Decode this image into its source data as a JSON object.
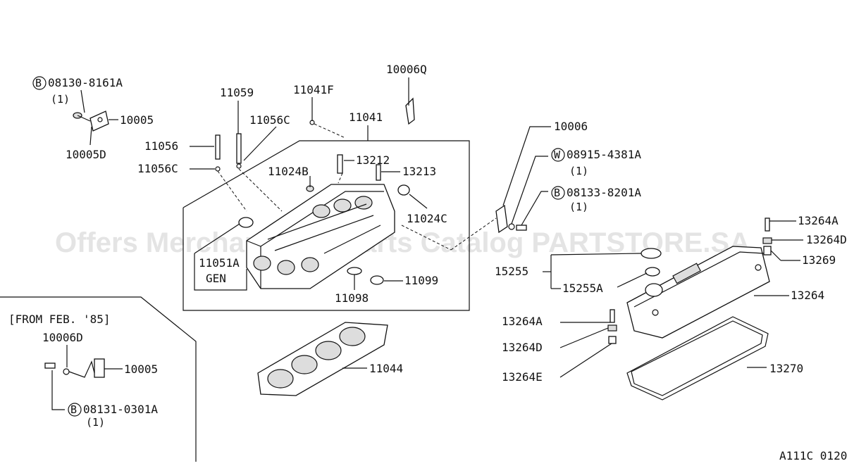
{
  "watermark": "Offers Merchant AutoParts Catalog PARTSTORE.SA",
  "note_from": "[FROM FEB. '85]",
  "gen_box": "GEN",
  "figure_code": "A111C 0120",
  "callouts": {
    "bolt_08130": {
      "prefix": "B",
      "part": "08130-8161A",
      "qty": "(1)"
    },
    "p10005_top": "10005",
    "p10005d": "10005D",
    "p10006q": "10006Q",
    "p11041f": "11041F",
    "p11059": "11059",
    "p11056c": "11056C",
    "p11041": "11041",
    "p11056": "11056",
    "p11056c_b": "11056C",
    "p13212": "13212",
    "p13213": "13213",
    "p11024b": "11024B",
    "p11024c": "11024C",
    "p11051a": "11051A",
    "p11099": "11099",
    "p11098": "11098",
    "p11044": "11044",
    "p10006": "10006",
    "washer_08915": {
      "prefix": "W",
      "part": "08915-4381A",
      "qty": "(1)"
    },
    "bolt_08133": {
      "prefix": "B",
      "part": "08133-8201A",
      "qty": "(1)"
    },
    "p13264a_top": "13264A",
    "p13264d_top": "13264D",
    "p13269": "13269",
    "p15255": "15255",
    "p15255a": "15255A",
    "p13264": "13264",
    "p13264a": "13264A",
    "p13264d": "13264D",
    "p13264e": "13264E",
    "p13270": "13270",
    "p10006d": "10006D",
    "p10005_bottom": "10005",
    "bolt_08131": {
      "prefix": "B",
      "part": "08131-0301A",
      "qty": "(1)"
    }
  }
}
